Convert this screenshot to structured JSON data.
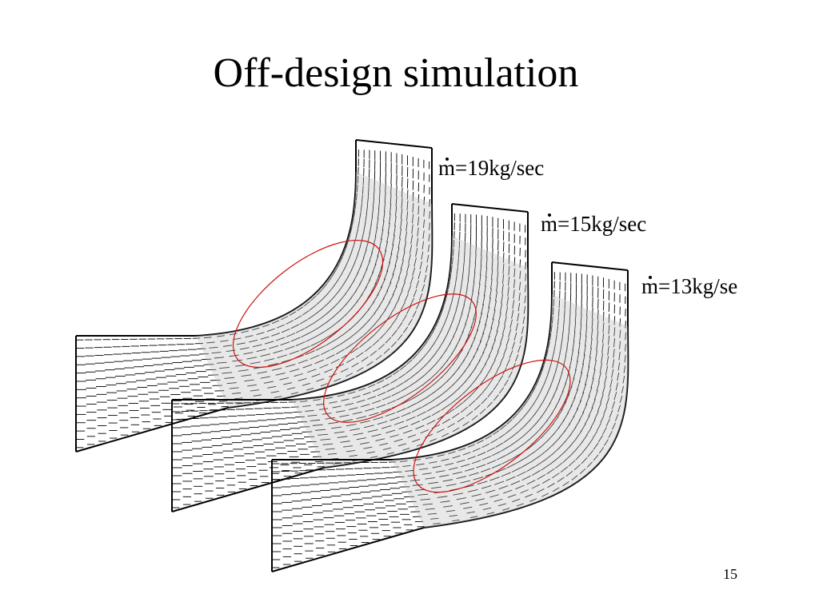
{
  "slide": {
    "title": "Off-design simulation",
    "page_number": "15"
  },
  "panels": [
    {
      "mass_flow_label": "m",
      "equation": "=19kg/sec"
    },
    {
      "mass_flow_label": "m",
      "equation": "=15kg/sec"
    },
    {
      "mass_flow_label": "m",
      "equation": "=13kg/se"
    }
  ],
  "colors": {
    "background": "#ffffff",
    "vectors": "#000000",
    "highlight_ellipse": "#d01010"
  },
  "icons": [
    "velocity-vector-field",
    "highlight-ellipse"
  ]
}
